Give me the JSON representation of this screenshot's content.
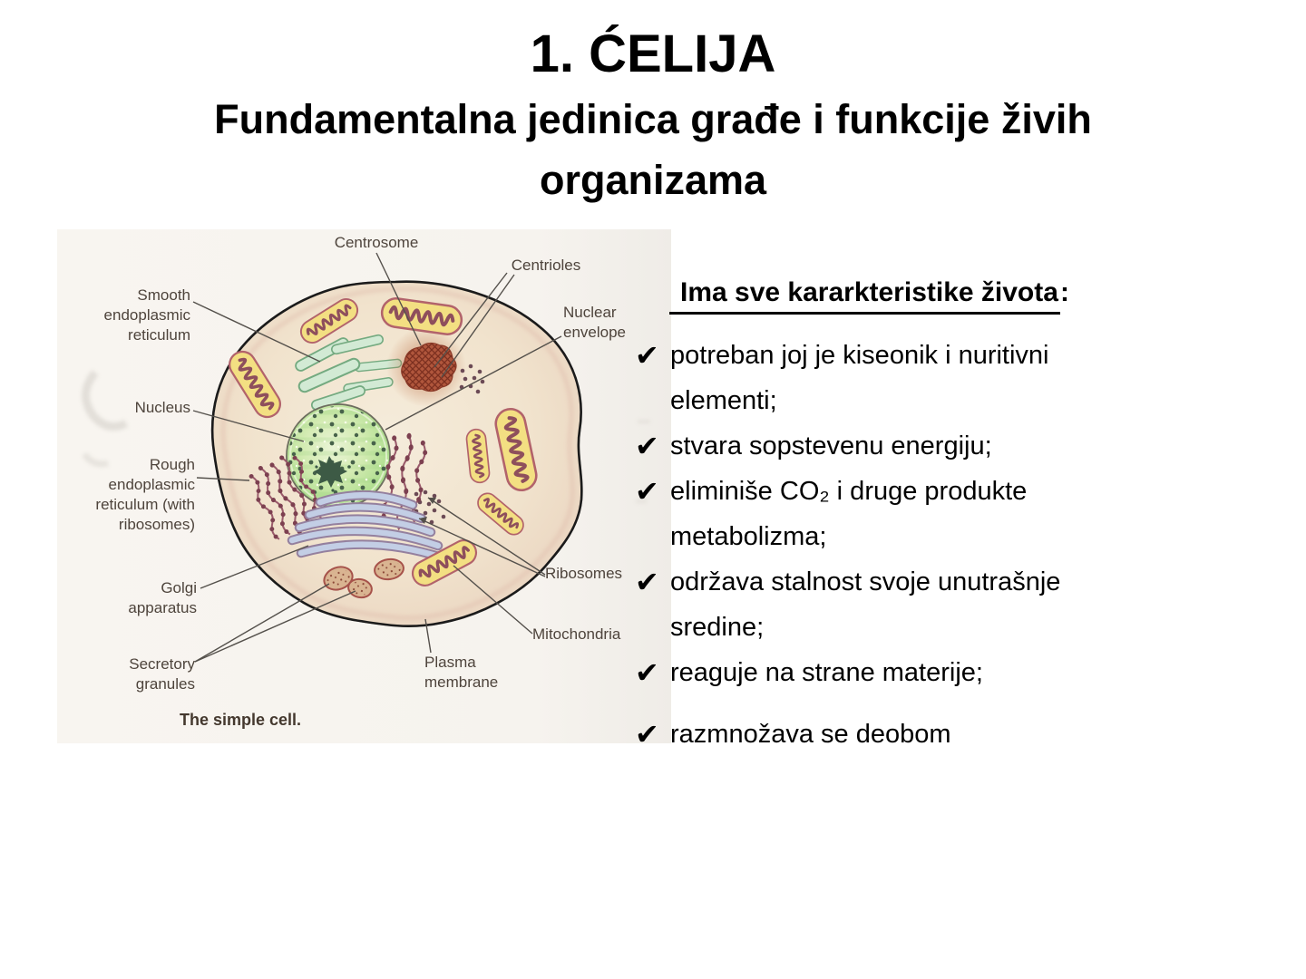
{
  "slide": {
    "title": "1. ĆELIJA",
    "subtitle": "Fundamentalna jedinica građe i funkcije živih organizama"
  },
  "right_panel": {
    "heading": "Ima sve kararkteristike života",
    "heading_colon": ":",
    "bullet_marker": "✔",
    "bullets": [
      {
        "text": "potreban joj je kiseonik i nuritivni elementi;"
      },
      {
        "text": "stvara sopstevenu energiju;"
      },
      {
        "text": "eliminiše CO₂ i druge produkte metabolizma;"
      },
      {
        "text": "održava stalnost svoje unutrašnje sredine;"
      },
      {
        "text": "reaguje na strane materije;"
      },
      {
        "text": "razmnožava se deobom"
      }
    ]
  },
  "diagram": {
    "caption": "The simple cell.",
    "labels": {
      "centrosome": "Centrosome",
      "centrioles": "Centrioles",
      "nuclear_envelope": "Nuclear envelope",
      "smooth_er": "Smooth endoplasmic reticulum",
      "nucleus": "Nucleus",
      "rough_er": "Rough endoplasmic reticulum (with ribosomes)",
      "golgi": "Golgi apparatus",
      "secretory_granules": "Secretory granules",
      "ribosomes": "Ribosomes",
      "mitochondria": "Mitochondria",
      "plasma_membrane": "Plasma membrane"
    },
    "colors": {
      "cell_fill": "#f2e5d0",
      "membrane": "#1b1b1b",
      "nucleus_fill": "#cde8ad",
      "nucleolus": "#3d5a45",
      "golgi": "#c3cee5",
      "rough_er": "#9a5b6b",
      "smooth_er": "#d2ead4",
      "mitochondria_fill": "#f3df82",
      "mitochondria_crista": "#8e4f5c",
      "centrosome": "#b0563c",
      "granules": "#d9b491",
      "label_text": "#4e443c"
    }
  }
}
